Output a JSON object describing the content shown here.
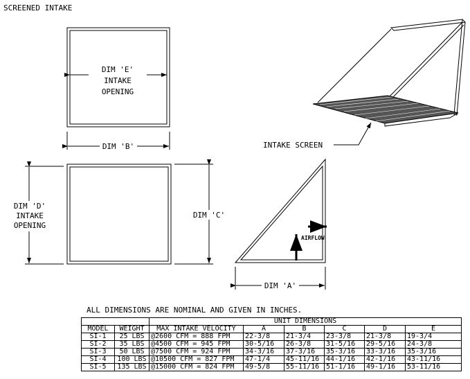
{
  "title": "SCREENED INTAKE",
  "labels": {
    "dim_e": "DIM 'E'",
    "intake": "INTAKE",
    "opening": "OPENING",
    "dim_b": "DIM 'B'",
    "dim_d": "DIM 'D'",
    "dim_c": "DIM 'C'",
    "dim_a": "DIM 'A'",
    "airflow": "AIRFLOW",
    "intake_screen": "INTAKE SCREEN"
  },
  "note": "ALL DIMENSIONS ARE NOMINAL AND GIVEN IN INCHES.",
  "table": {
    "group_header": "UNIT DIMENSIONS",
    "headers": [
      "MODEL",
      "WEIGHT",
      "MAX INTAKE VELOCITY",
      "A",
      "B",
      "C",
      "D",
      "E"
    ],
    "rows": [
      [
        "SI-1",
        "25 LBS",
        "@2600 CFM = 888 FPM",
        "22-3/8",
        "21-3/4",
        "23-3/8",
        "21-3/8",
        "19-3/4"
      ],
      [
        "SI-2",
        "35 LBS",
        "@4500 CFM = 945 FPM",
        "30-5/16",
        "26-3/8",
        "31-5/16",
        "29-5/16",
        "24-3/8"
      ],
      [
        "SI-3",
        "50 LBS",
        "@7500 CFM = 924 FPM",
        "34-3/16",
        "37-3/16",
        "35-3/16",
        "33-3/16",
        "35-3/16"
      ],
      [
        "SI-4",
        "100 LBS",
        "@10500 CFM = 827 FPM",
        "47-1/4",
        "45-11/16",
        "44-1/16",
        "42-1/16",
        "43-11/16"
      ],
      [
        "SI-5",
        "135 LBS",
        "@15000 CFM = 824 FPM",
        "49-5/8",
        "55-11/16",
        "51-1/16",
        "49-1/16",
        "53-11/16"
      ]
    ]
  }
}
